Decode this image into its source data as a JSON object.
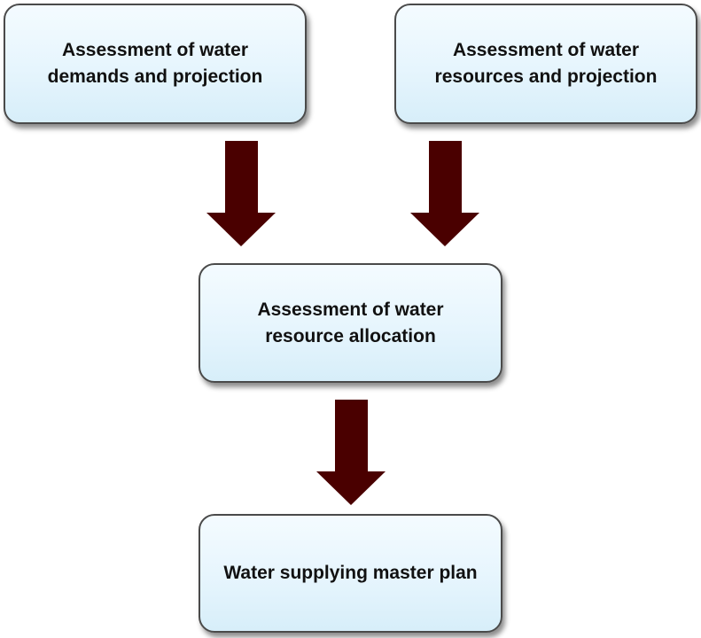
{
  "diagram": {
    "nodes": {
      "demands": {
        "line1": "Assessment of water",
        "line2": "demands and projection"
      },
      "resources": {
        "line1": "Assessment of water",
        "line2": "resources and projection"
      },
      "allocation": {
        "line1": "Assessment of water",
        "line2": "resource allocation"
      },
      "master": {
        "line1": "Water supplying master plan"
      }
    },
    "edges": [
      {
        "from": "demands",
        "to": "allocation"
      },
      {
        "from": "resources",
        "to": "allocation"
      },
      {
        "from": "allocation",
        "to": "master"
      }
    ],
    "colors": {
      "arrow": "#4a0000",
      "node_fill": "#e6f5fd",
      "node_border": "#4a4a4a"
    }
  }
}
